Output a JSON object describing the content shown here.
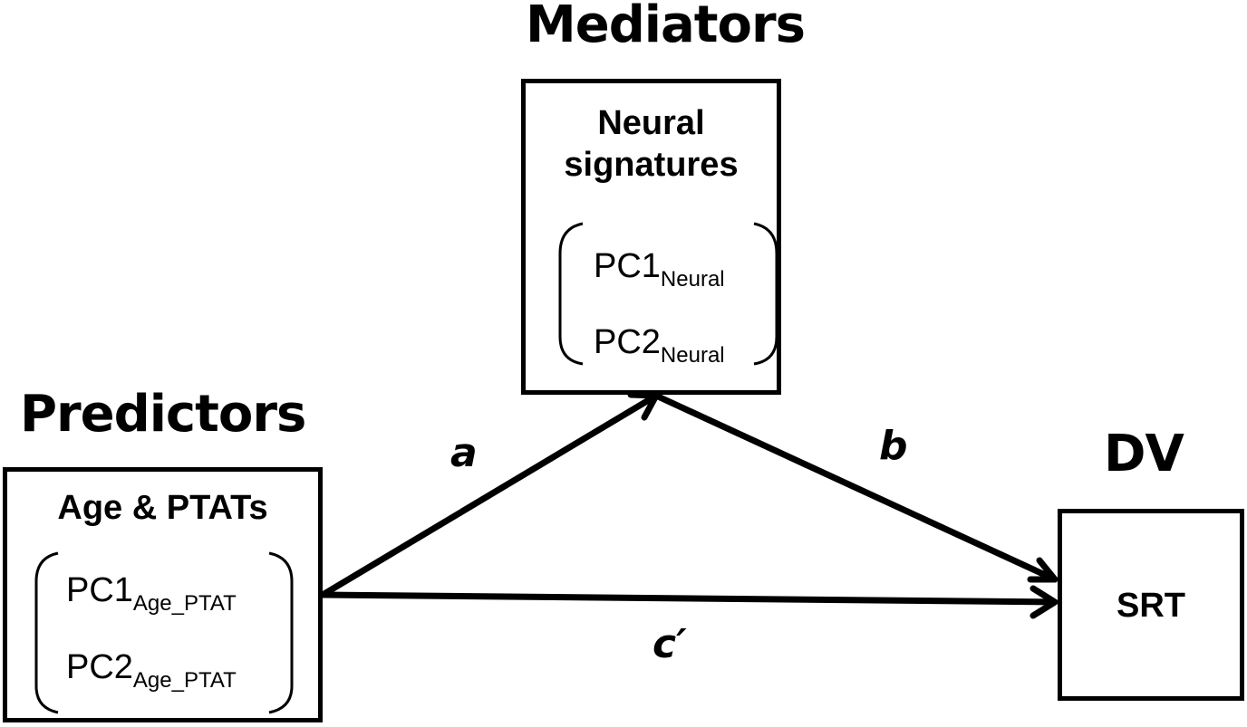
{
  "diagram": {
    "type": "mediation-model",
    "sections": {
      "mediators": {
        "title": "Mediators",
        "box_title_line1": "Neural",
        "box_title_line2": "signatures",
        "items": [
          {
            "main": "PC1",
            "sub": "Neural"
          },
          {
            "main": "PC2",
            "sub": "Neural"
          }
        ]
      },
      "predictors": {
        "title": "Predictors",
        "box_title": "Age & PTATs",
        "items": [
          {
            "main": "PC1",
            "sub": "Age_PTAT"
          },
          {
            "main": "PC2",
            "sub": "Age_PTAT"
          }
        ]
      },
      "dv": {
        "title": "DV",
        "box_title": "SRT"
      }
    },
    "edges": [
      {
        "id": "a",
        "label": "a",
        "from": "predictors",
        "to": "mediators"
      },
      {
        "id": "b",
        "label": "b",
        "from": "mediators",
        "to": "dv"
      },
      {
        "id": "c_prime",
        "label": "c′",
        "from": "predictors",
        "to": "dv"
      }
    ]
  }
}
